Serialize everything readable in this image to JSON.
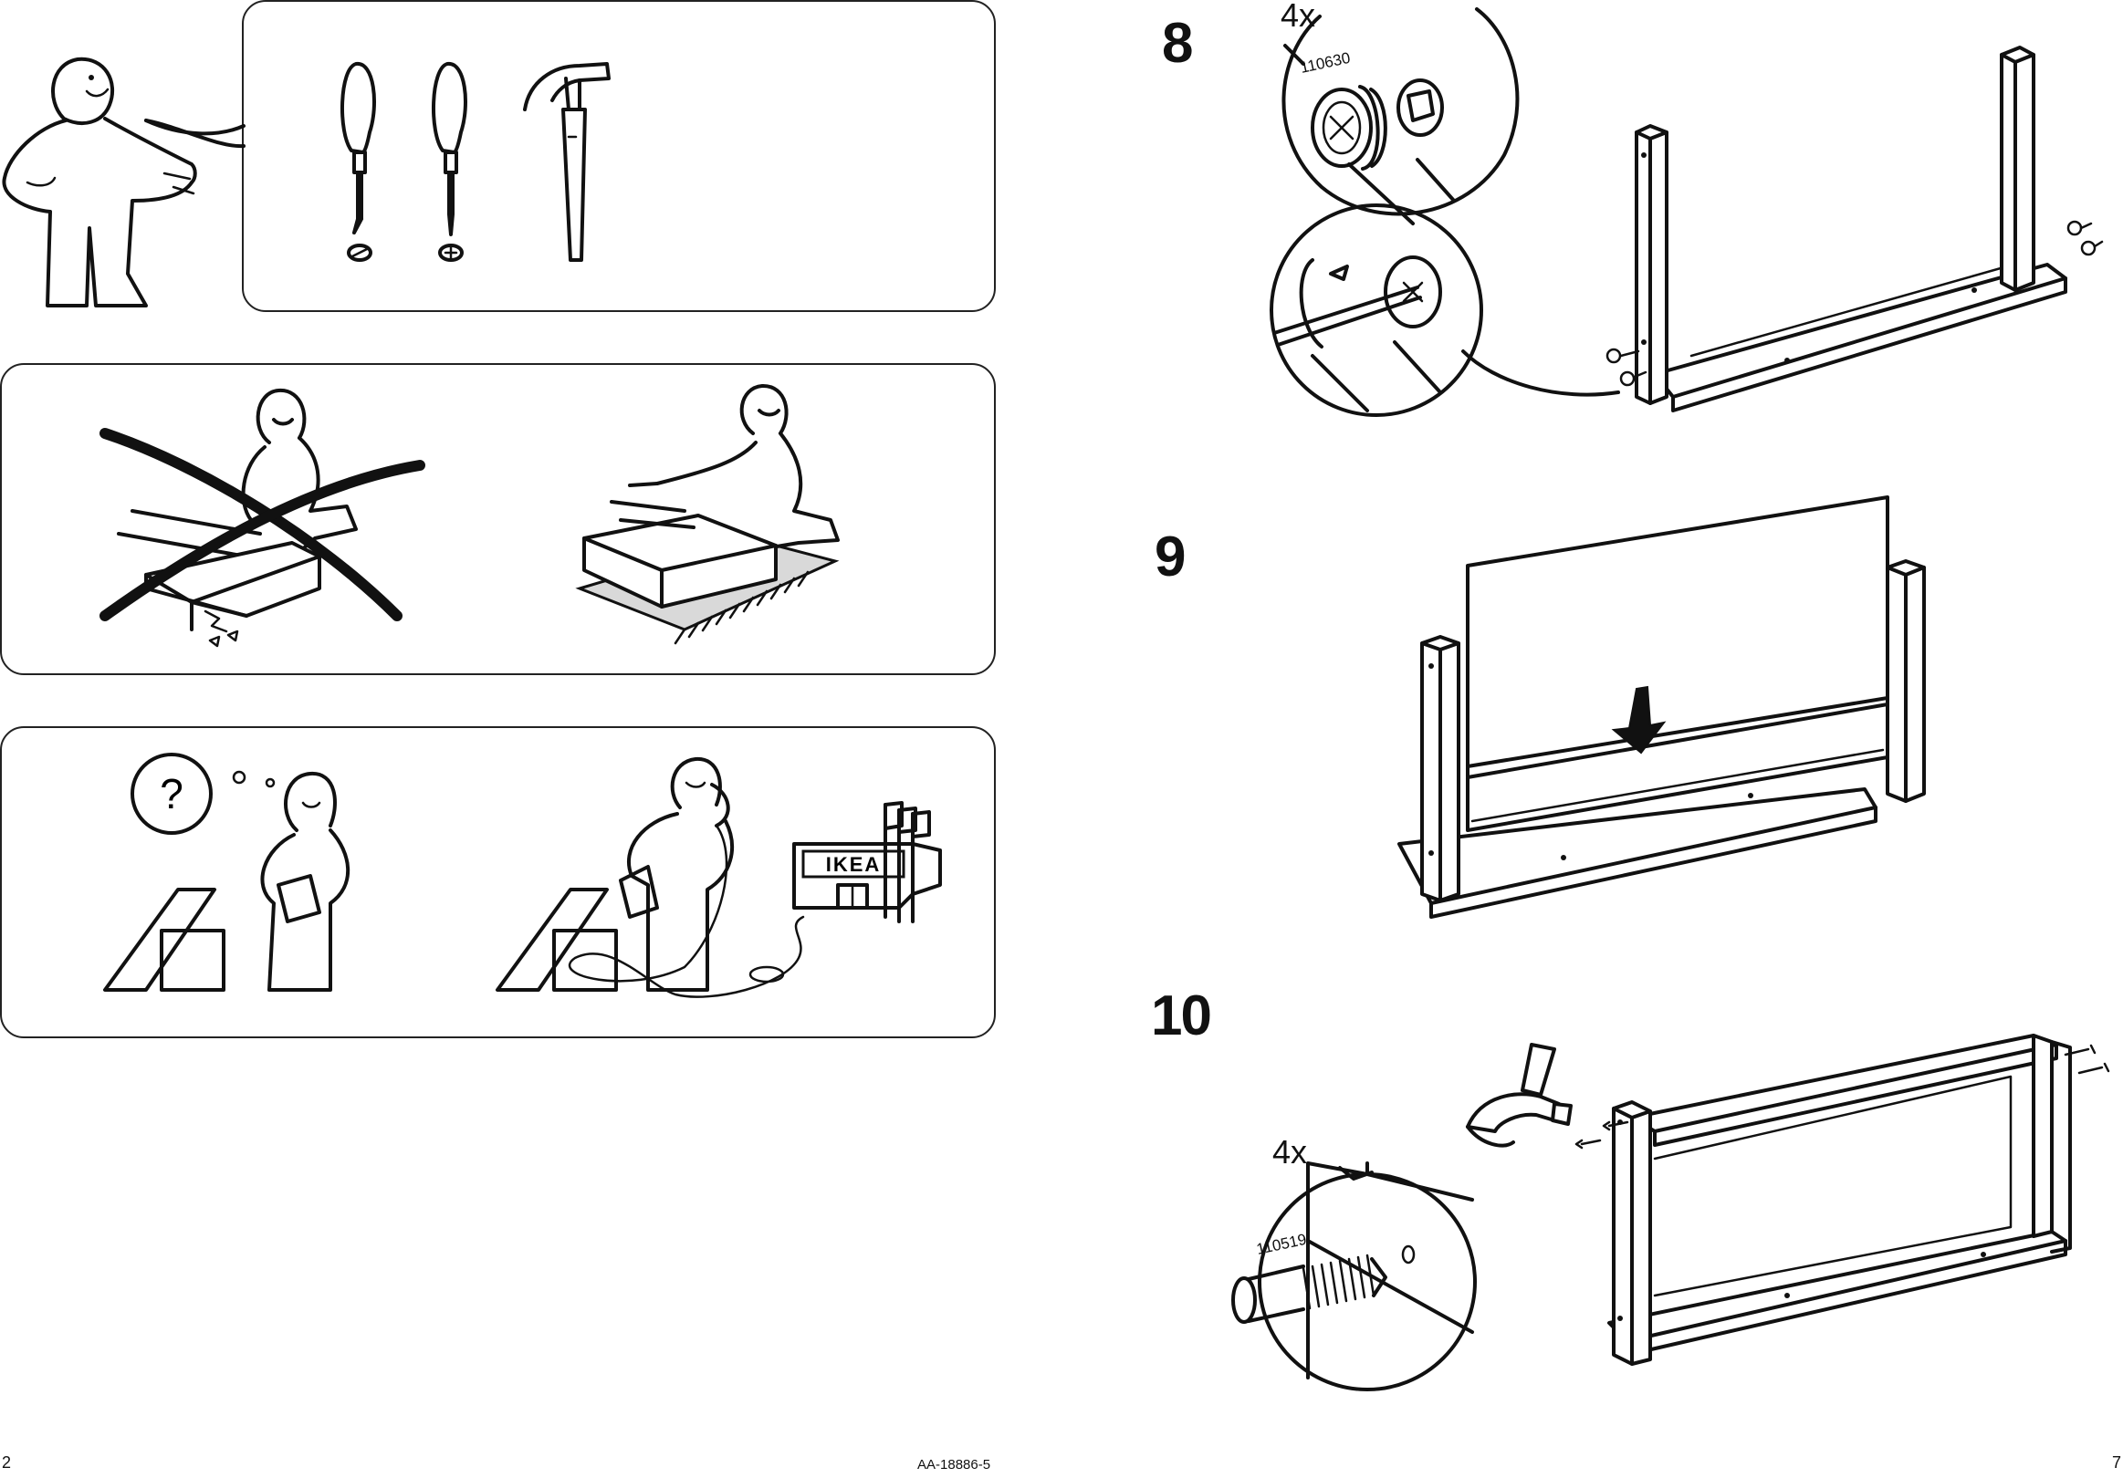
{
  "left_page": {
    "page_number": "2",
    "doc_code": "AA-18886-5",
    "tools_panel": {
      "tools": [
        "flat-screwdriver",
        "phillips-screwdriver",
        "hammer"
      ]
    },
    "floor_panel": {},
    "help_panel": {
      "question_mark": "?",
      "store_sign": "IKEA"
    }
  },
  "right_page": {
    "page_number": "7",
    "steps": [
      {
        "number": "8",
        "quantity": "4x",
        "part_number": "110630"
      },
      {
        "number": "9"
      },
      {
        "number": "10",
        "quantity": "4x",
        "part_number": "110519"
      }
    ]
  },
  "colors": {
    "line": "#111111",
    "mat": "#d9d9d9",
    "paper": "#ffffff"
  }
}
